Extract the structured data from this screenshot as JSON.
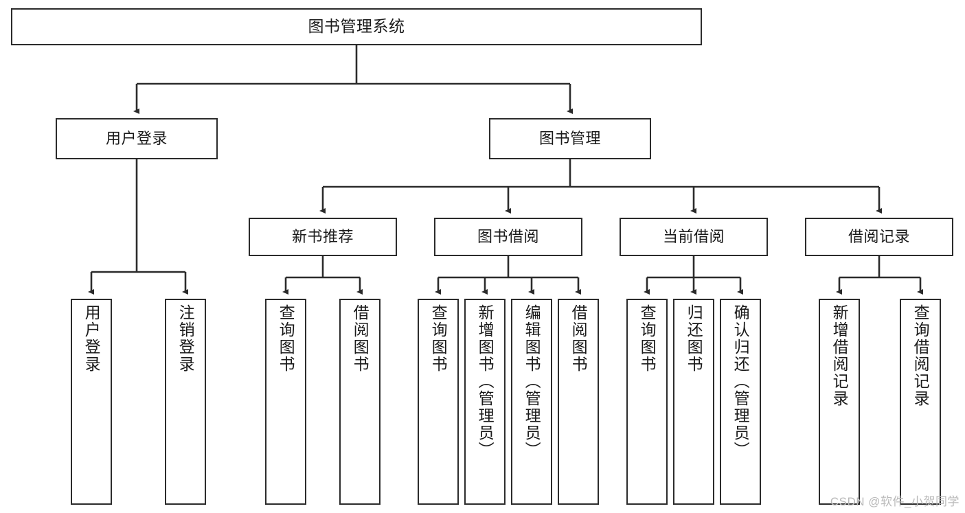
{
  "diagram": {
    "title": "图书管理系统",
    "type": "tree-hierarchy-chart",
    "watermark": "CSDN @软件_小贺同学",
    "colors": {
      "stroke": "#2b2b2b",
      "fill": "#ffffff",
      "text": "#1a1a1a",
      "watermark": "#b9b9b9"
    },
    "levels": {
      "root": {
        "label": "图书管理系统"
      },
      "level2": [
        {
          "id": "user-login",
          "label": "用户登录"
        },
        {
          "id": "book-manage",
          "label": "图书管理"
        }
      ],
      "level3": [
        {
          "id": "new-book-rec",
          "label": "新书推荐",
          "parent": "book-manage"
        },
        {
          "id": "book-borrow",
          "label": "图书借阅",
          "parent": "book-manage"
        },
        {
          "id": "current-borrow",
          "label": "当前借阅",
          "parent": "book-manage"
        },
        {
          "id": "borrow-record",
          "label": "借阅记录",
          "parent": "book-manage"
        }
      ],
      "level4": [
        {
          "id": "leaf-user-login",
          "label": "用户登录",
          "parent": "user-login"
        },
        {
          "id": "leaf-user-logout",
          "label": "注销登录",
          "parent": "user-login"
        },
        {
          "id": "leaf-rec-query",
          "label": "查询图书",
          "parent": "new-book-rec"
        },
        {
          "id": "leaf-rec-borrow",
          "label": "借阅图书",
          "parent": "new-book-rec"
        },
        {
          "id": "leaf-borrow-query",
          "label": "查询图书",
          "parent": "book-borrow"
        },
        {
          "id": "leaf-borrow-add",
          "label": "新增图书（管理员）",
          "parent": "book-borrow"
        },
        {
          "id": "leaf-borrow-edit",
          "label": "编辑图书（管理员）",
          "parent": "book-borrow"
        },
        {
          "id": "leaf-borrow-lend",
          "label": "借阅图书",
          "parent": "book-borrow"
        },
        {
          "id": "leaf-cur-query",
          "label": "查询图书",
          "parent": "current-borrow"
        },
        {
          "id": "leaf-cur-return",
          "label": "归还图书",
          "parent": "current-borrow"
        },
        {
          "id": "leaf-cur-confirm",
          "label": "确认归还（管理员）",
          "parent": "current-borrow"
        },
        {
          "id": "leaf-rec-add",
          "label": "新增借阅记录",
          "parent": "borrow-record"
        },
        {
          "id": "leaf-rec-search",
          "label": "查询借阅记录",
          "parent": "borrow-record"
        }
      ]
    }
  }
}
